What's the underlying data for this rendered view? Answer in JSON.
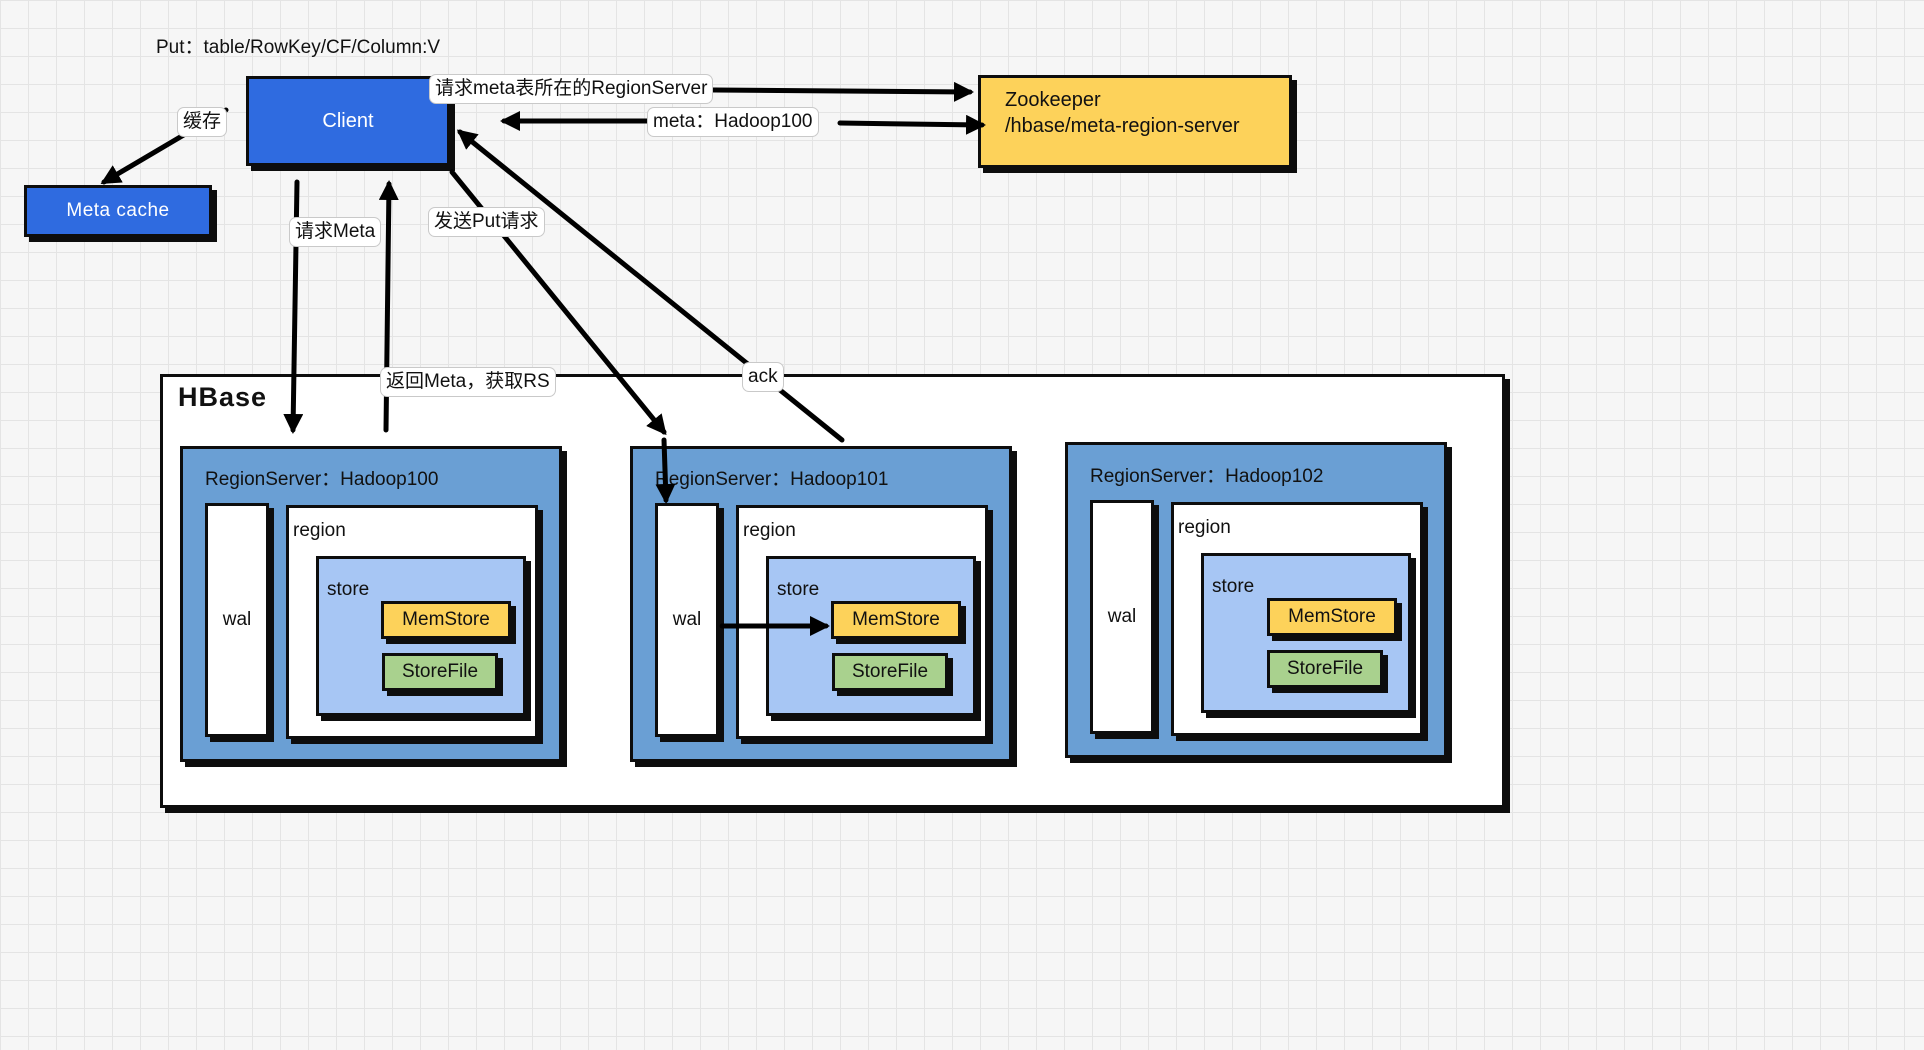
{
  "put_title": "Put：table/RowKey/CF/Column:V",
  "client": {
    "label": "Client"
  },
  "meta_cache": {
    "label": "Meta cache"
  },
  "zookeeper": {
    "line1": "Zookeeper",
    "line2": "/hbase/meta-region-server"
  },
  "hbase": {
    "title": "HBase"
  },
  "region_servers": [
    {
      "title": "RegionServer：Hadoop100",
      "wal": "wal",
      "region": "region",
      "store": "store",
      "memstore": "MemStore",
      "storefile": "StoreFile"
    },
    {
      "title": "RegionServer：Hadoop101",
      "wal": "wal",
      "region": "region",
      "store": "store",
      "memstore": "MemStore",
      "storefile": "StoreFile"
    },
    {
      "title": "RegionServer：Hadoop102",
      "wal": "wal",
      "region": "region",
      "store": "store",
      "memstore": "MemStore",
      "storefile": "StoreFile"
    }
  ],
  "edges": {
    "cache": "缓存",
    "request_meta_rs": "请求meta表所在的RegionServer",
    "meta_reply": "meta：Hadoop100",
    "request_meta": "请求Meta",
    "return_meta": "返回Meta，获取RS",
    "send_put": "发送Put请求",
    "ack": "ack"
  },
  "colors": {
    "client_fill": "#2f6be0",
    "zookeeper_fill": "#fdd25a",
    "regionserver_fill": "#6a9fd4",
    "store_fill": "#a7c6f4",
    "memstore_fill": "#fdd25a",
    "storefile_fill": "#a9d18e"
  }
}
